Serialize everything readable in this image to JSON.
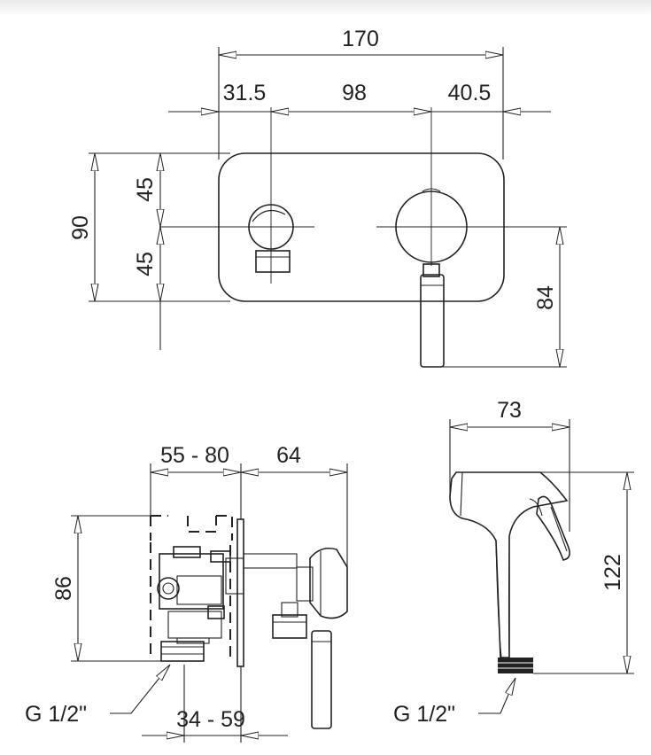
{
  "dimensions": {
    "top_overall_width": "170",
    "top_left_offset": "31.5",
    "top_center_spacing": "98",
    "top_right_offset": "40.5",
    "left_total_height": "90",
    "left_upper_half": "45",
    "left_lower_half": "45",
    "right_lever_drop": "84",
    "side_depth_range": "55 - 80",
    "side_projection": "64",
    "side_height": "86",
    "side_bottom_range": "34 - 59",
    "side_thread": "G 1/2\"",
    "handshower_width": "73",
    "handshower_height": "122",
    "handshower_thread": "G 1/2\""
  }
}
